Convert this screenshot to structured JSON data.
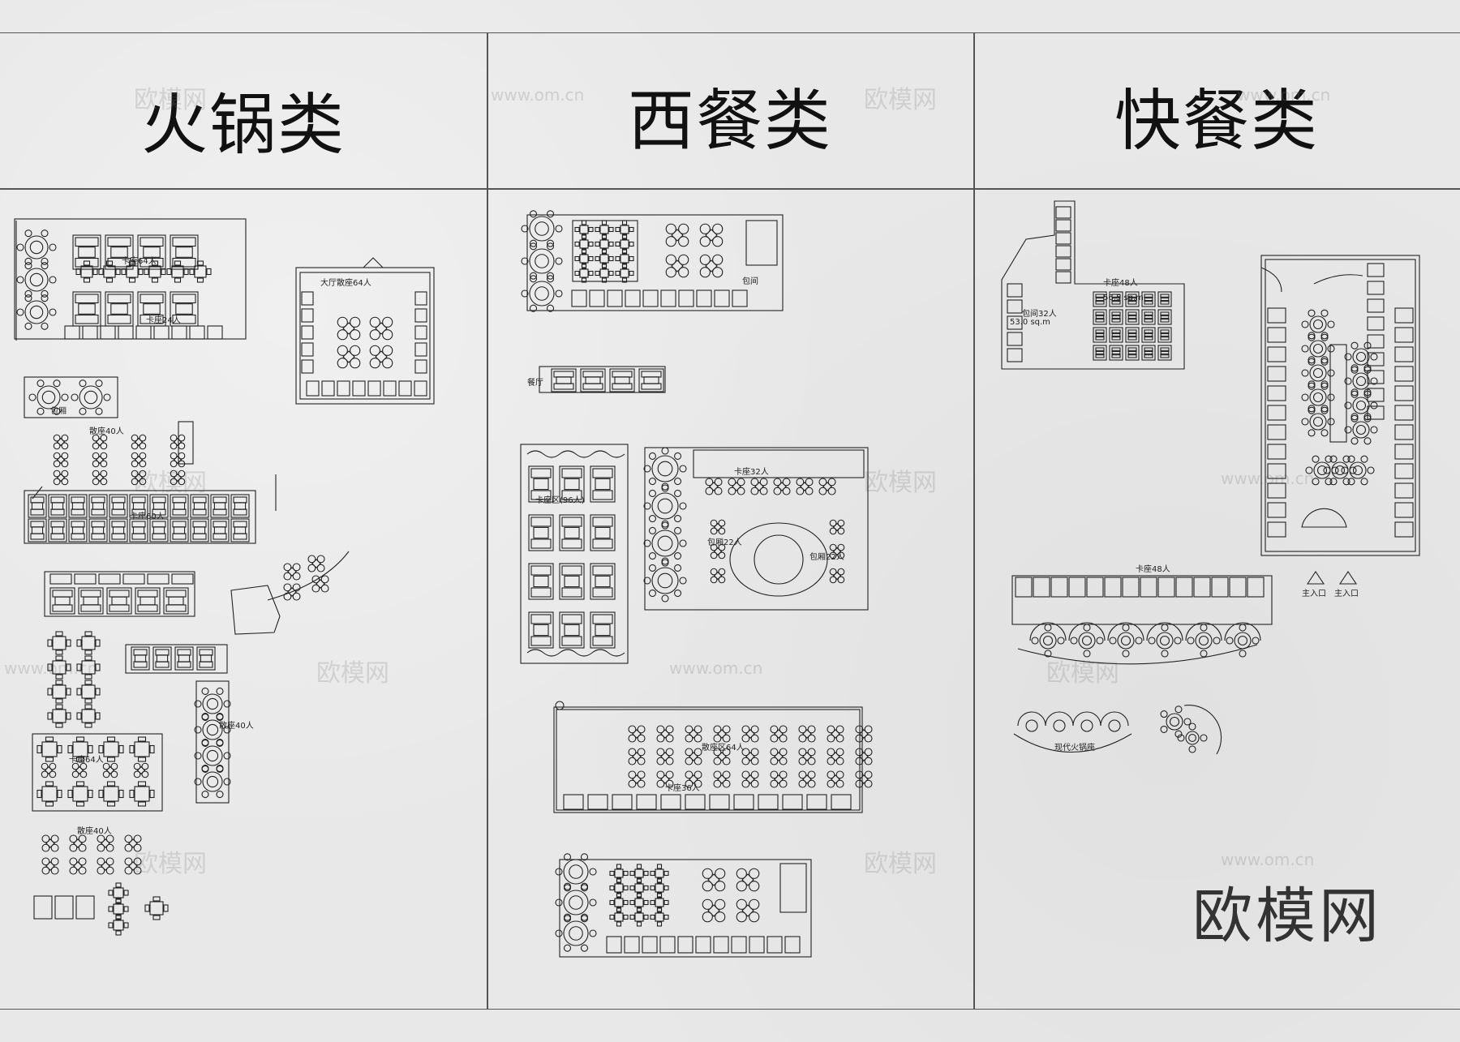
{
  "columns": [
    {
      "title": "火锅类"
    },
    {
      "title": "西餐类"
    },
    {
      "title": "快餐类"
    }
  ],
  "watermarks": {
    "brand": "欧模网",
    "url": "www.om.cn"
  },
  "brand_logo": "欧模网",
  "plan_labels": {
    "hotpot": [
      "卡座24人",
      "卡座64人",
      "大厅散座64人",
      "散座40人",
      "卡座60人",
      "散座40人",
      "卡座64人",
      "散座40人",
      "包厢",
      "包厢"
    ],
    "western": [
      "卡座区(96人)",
      "卡座32人",
      "包厢22人",
      "包厢22人",
      "散座区64人",
      "卡座36人",
      "餐厅",
      "包间"
    ],
    "fastfood": [
      "卡座48人",
      "包间32人",
      "56.5 sq.m",
      "53.0 sq.m",
      "卡座48人",
      "现代火锅座",
      "主入口",
      "主入口"
    ]
  }
}
